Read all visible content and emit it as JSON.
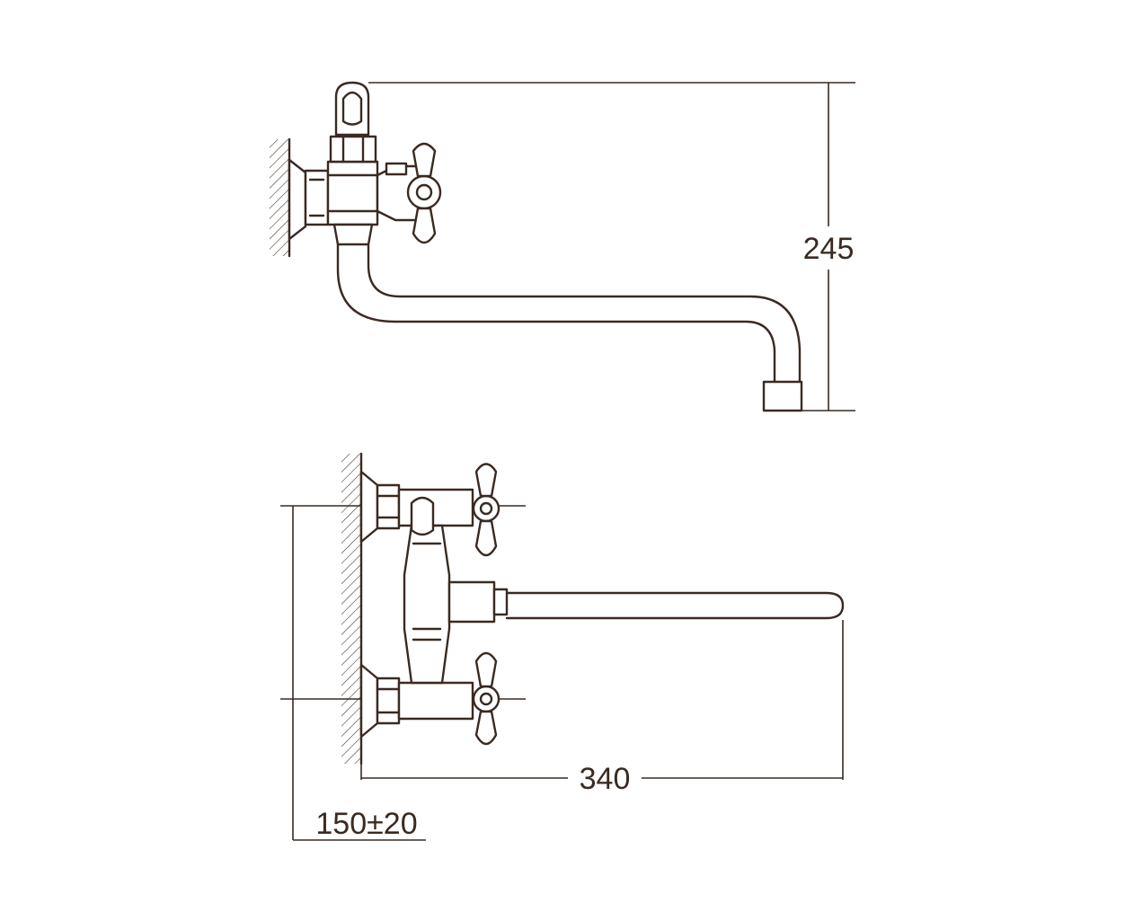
{
  "dimensions": {
    "height": "245",
    "length": "340",
    "spacing": "150±20"
  },
  "colors": {
    "line": "#3a2a22",
    "background": "#ffffff"
  }
}
